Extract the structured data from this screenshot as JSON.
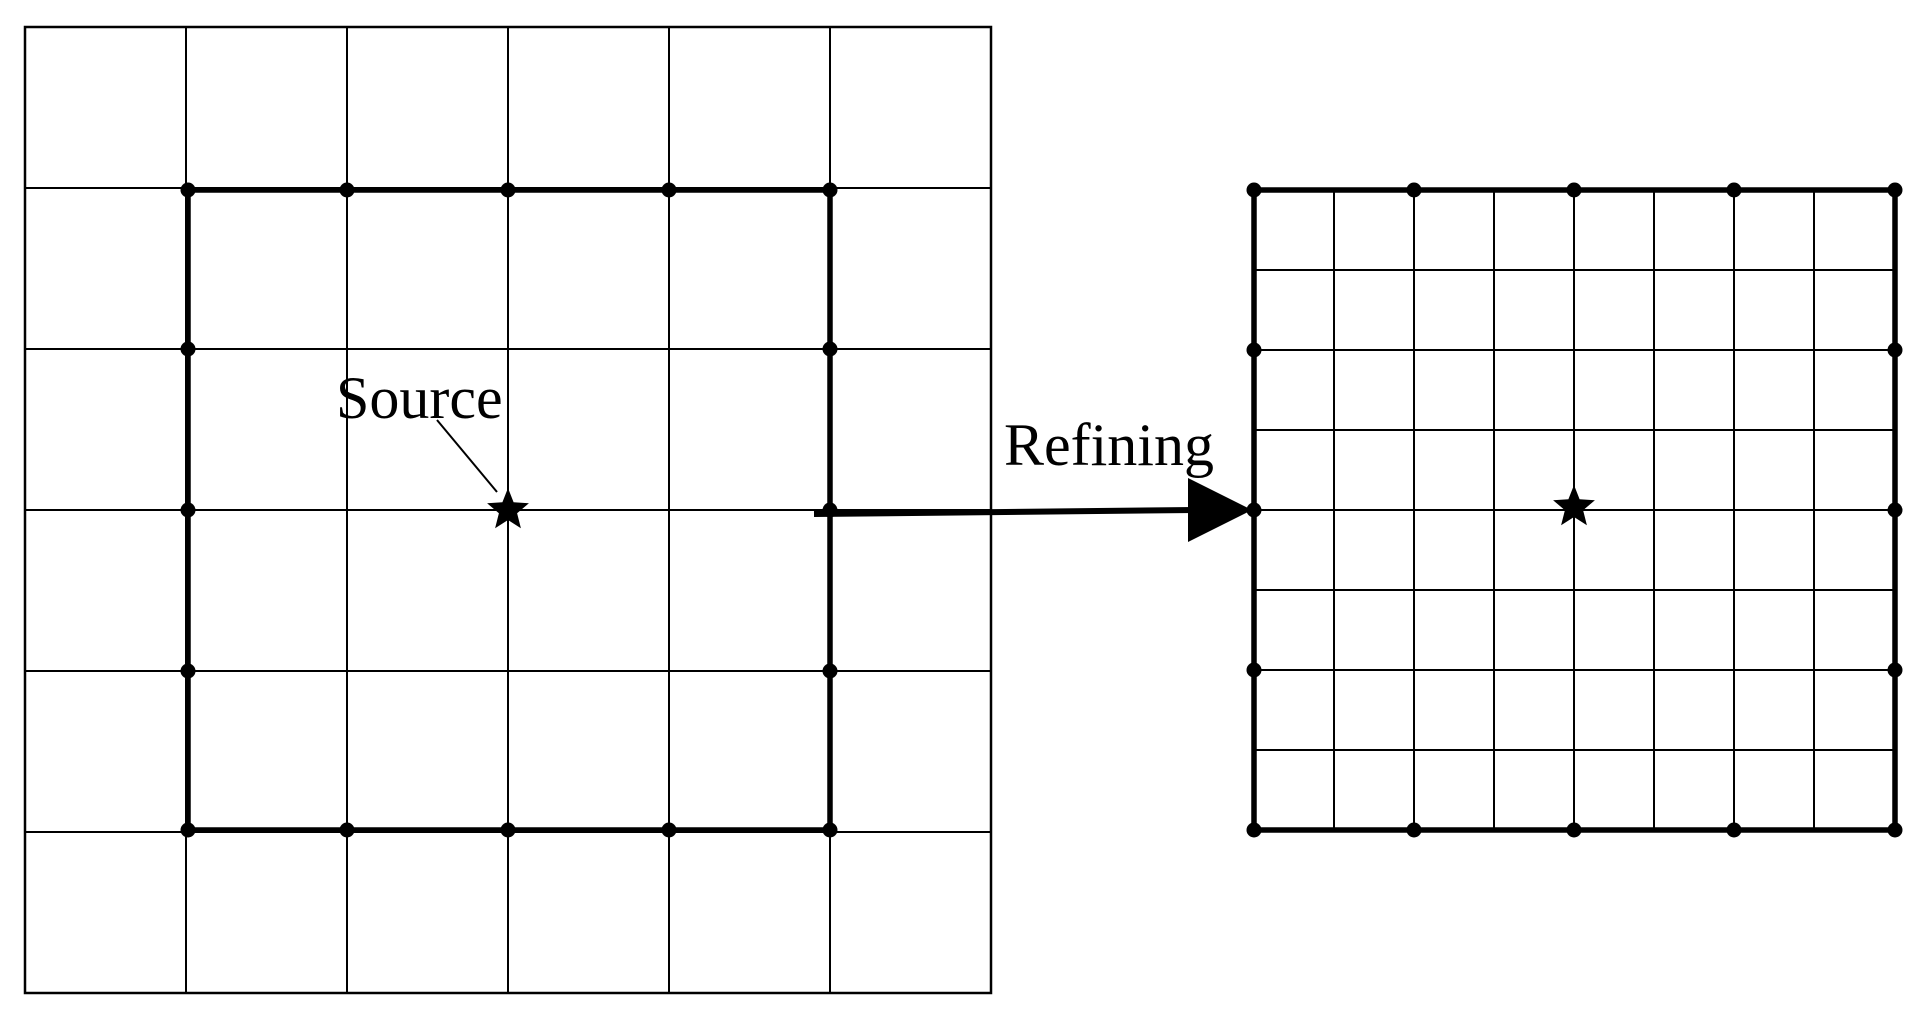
{
  "labels": {
    "source": "Source",
    "refining": "Refining"
  },
  "colors": {
    "line": "#000000",
    "background": "#ffffff"
  },
  "coarse_grid": {
    "cells": 6,
    "bold_region_cells": 4
  },
  "fine_grid": {
    "cells": 8,
    "refinement_factor": 2
  },
  "icons": {
    "source_marker": "star-icon",
    "direction_marker": "arrow-right-icon"
  }
}
